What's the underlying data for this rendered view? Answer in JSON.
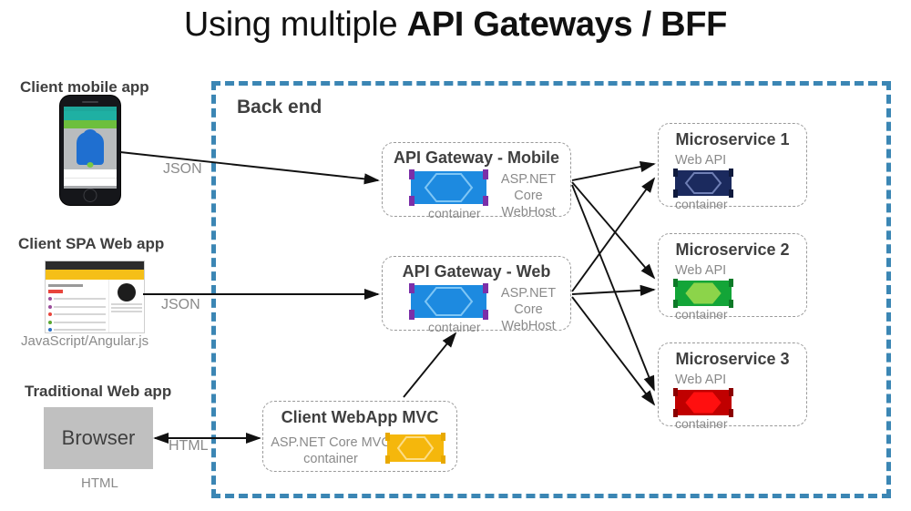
{
  "title": {
    "prefix": "Using multiple ",
    "emphasis": "API Gateways / BFF"
  },
  "backend": {
    "label": "Back end"
  },
  "clients": {
    "mobile": {
      "heading": "Client mobile app",
      "edge_label": "JSON"
    },
    "spa": {
      "heading": "Client SPA Web app",
      "tech": "JavaScript/Angular.js",
      "edge_label": "JSON"
    },
    "traditional": {
      "heading": "Traditional Web app",
      "browser_label": "Browser",
      "protocol": "HTML",
      "edge_label": "HTML"
    }
  },
  "gateways": [
    {
      "title": "API Gateway - Mobile",
      "subtitle": "ASP.NET Core\nWebHost",
      "container_caption": "container",
      "container_color": "#1d8ae0",
      "container_accent": "#7b2fa8"
    },
    {
      "title": "API Gateway - Web",
      "subtitle": "ASP.NET Core\nWebHost",
      "container_caption": "container",
      "container_color": "#1d8ae0",
      "container_accent": "#7b2fa8"
    }
  ],
  "webapp_mvc": {
    "title": "Client WebApp MVC",
    "subtitle": "ASP.NET Core MVC\ncontainer",
    "container_color": "#f5b70c",
    "container_accent": "#e8a900"
  },
  "microservices": [
    {
      "title": "Microservice 1",
      "api_label": "Web API",
      "container_caption": "container",
      "container_color": "#1b2a5e",
      "container_accent": "#0f1a3d"
    },
    {
      "title": "Microservice 2",
      "api_label": "Web API",
      "container_caption": "container",
      "container_color": "#13a538",
      "container_accent": "#0d7a28",
      "hex_fill": "#8cd44a"
    },
    {
      "title": "Microservice 3",
      "api_label": "Web API",
      "container_caption": "container",
      "container_color": "#c00000",
      "container_accent": "#8b0000",
      "hex_fill": "#ff0f0f"
    }
  ],
  "colors": {
    "backend_border": "#3b86b4",
    "node_border": "#9a9a9a",
    "text_dark": "#3f3f3f",
    "text_gray": "#8a8a8a",
    "arrow": "#111111"
  }
}
